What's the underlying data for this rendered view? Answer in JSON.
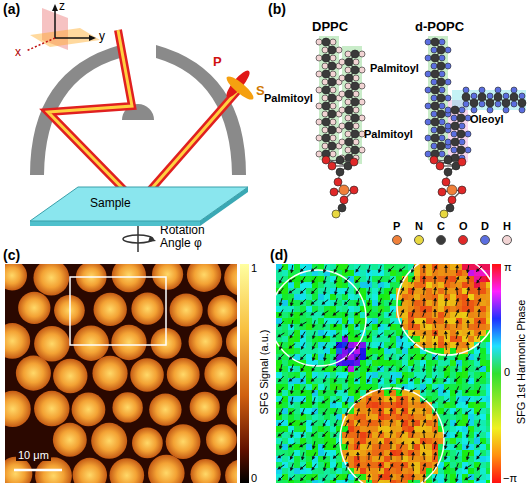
{
  "diagram": {
    "nodes": [
      {
        "text": [
          "Sample"
        ]
      }
    ],
    "labels": [
      "(a)",
      "z",
      "x",
      "y",
      "P",
      "S",
      "Rotation Angle φ",
      "(b)",
      "DPPC",
      "d-POPC",
      "Palmitoyl",
      "Palmitoyl",
      "Palmitoyl",
      "Oleoyl",
      "(c)",
      "1",
      "SFG Signal (a.u.)",
      "0",
      "10 μm",
      "(d)",
      "π",
      "SFG 1st Harmonic Phase",
      "0",
      "−π"
    ],
    "legend": [
      {
        "text": "P",
        "color": "#f0803a"
      },
      {
        "text": "N",
        "color": "#e8d840"
      },
      {
        "text": "C",
        "color": "#3a3a3a"
      },
      {
        "text": "O",
        "color": "#e02828"
      },
      {
        "text": "D",
        "color": "#5b6ee0"
      },
      {
        "text": "H",
        "color": "#f2d4d4"
      }
    ]
  }
}
